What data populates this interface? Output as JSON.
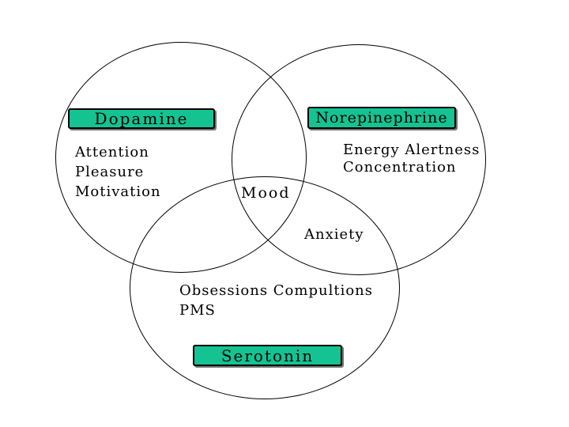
{
  "venn": {
    "background_color": "#ffffff",
    "outline_color": "#000000",
    "accent_color": "#14c391",
    "dopamine": {
      "title": "Dopamine",
      "items": [
        "Attention",
        "Pleasure",
        "Motivation"
      ]
    },
    "norepinephrine": {
      "title": "Norepinephrine",
      "items": [
        "Energy Alertness",
        "Concentration"
      ]
    },
    "serotonin": {
      "title": "Serotonin",
      "items": [
        "Obsessions Compultions",
        "PMS"
      ]
    },
    "overlaps": {
      "dopamine_norepinephrine": "Mood",
      "norepinephrine_serotonin": "Anxiety"
    }
  }
}
